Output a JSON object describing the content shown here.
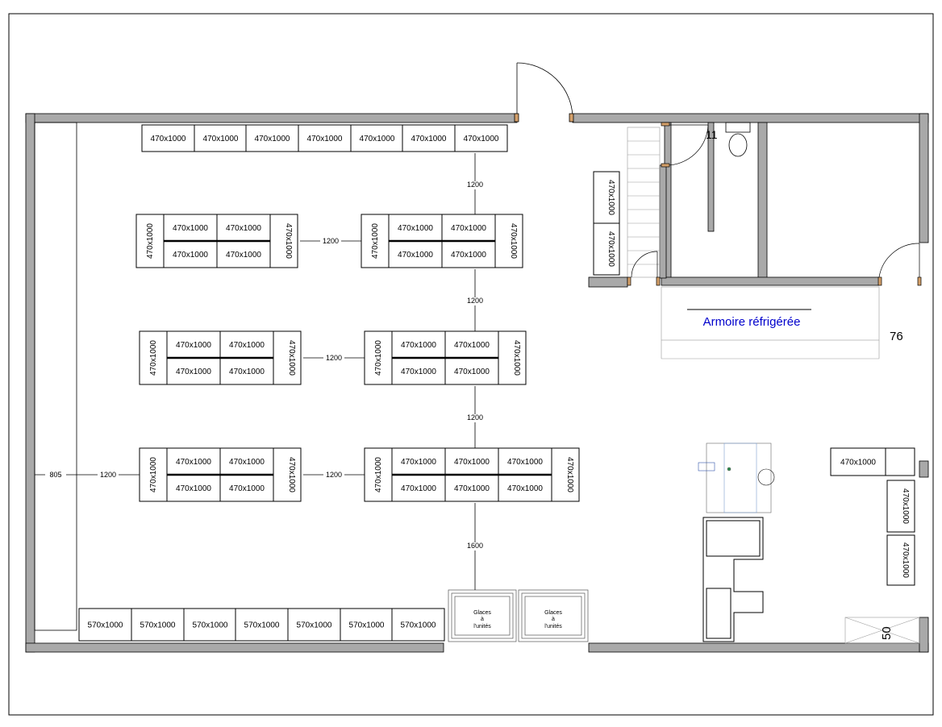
{
  "labels": {
    "shelf_470": "470x1000",
    "shelf_570": "570x1000",
    "fridge_title": "Armoire réfrigérée",
    "glaces_line1": "Glaces",
    "glaces_line2": "à",
    "glaces_line3": "l'unités"
  },
  "dimensions": {
    "aisle_1200": "1200",
    "aisle_1600": "1600",
    "side_805": "805",
    "room_11": "11",
    "fridge_76": "76",
    "corner_50": "50"
  },
  "colors": {
    "wall": "#a9a9a9",
    "fridge_text": "#0000cc",
    "door": "#d4a06a",
    "checkout_screen": "#7fa0d0"
  }
}
